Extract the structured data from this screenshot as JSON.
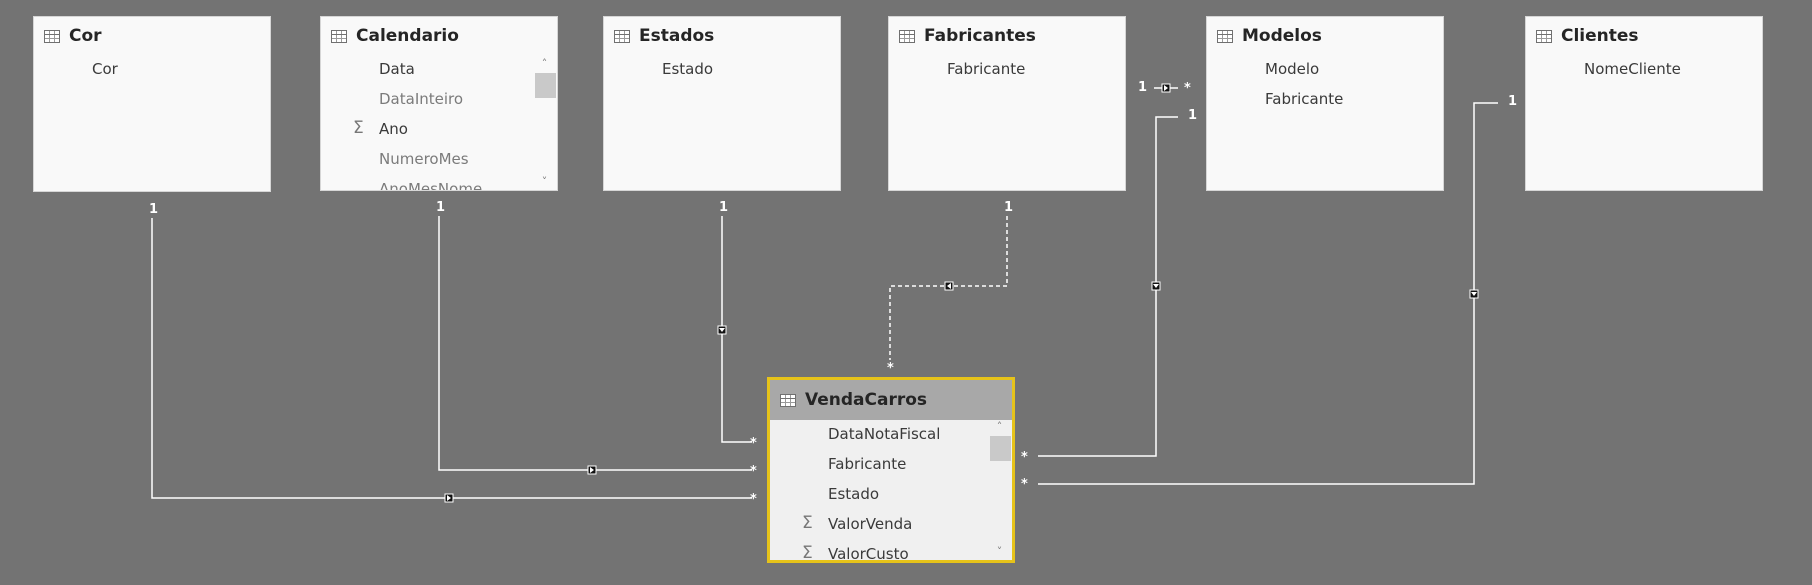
{
  "tables": [
    {
      "key": "cor",
      "title": "Cor",
      "fields": [
        {
          "label": "Cor"
        }
      ]
    },
    {
      "key": "calendario",
      "title": "Calendario",
      "fields": [
        {
          "label": "Data"
        },
        {
          "label": "DataInteiro",
          "dim": true
        },
        {
          "label": "Ano",
          "sigma": true
        },
        {
          "label": "NumeroMes",
          "dim": true
        },
        {
          "label": "AnoMesNome",
          "dim": true
        }
      ],
      "scrollbar": true
    },
    {
      "key": "estados",
      "title": "Estados",
      "fields": [
        {
          "label": "Estado"
        }
      ]
    },
    {
      "key": "fabricantes",
      "title": "Fabricantes",
      "fields": [
        {
          "label": "Fabricante"
        }
      ]
    },
    {
      "key": "modelos",
      "title": "Modelos",
      "fields": [
        {
          "label": "Modelo"
        },
        {
          "label": "Fabricante"
        }
      ]
    },
    {
      "key": "clientes",
      "title": "Clientes",
      "fields": [
        {
          "label": "NomeCliente"
        }
      ]
    },
    {
      "key": "vendacarros",
      "title": "VendaCarros",
      "selected": true,
      "fields": [
        {
          "label": "DataNotaFiscal"
        },
        {
          "label": "Fabricante"
        },
        {
          "label": "Estado"
        },
        {
          "label": "ValorVenda",
          "sigma": true
        },
        {
          "label": "ValorCusto",
          "sigma": true
        }
      ],
      "scrollbar": true
    }
  ],
  "cardinality": {
    "one": "1",
    "many": "*"
  },
  "icons": {
    "table": "table-icon",
    "sum": "sigma-icon",
    "scroll_up": "chevron-up-icon",
    "scroll_down": "chevron-down-icon"
  },
  "colors": {
    "canvas": "#737373",
    "card": "#f9f9f9",
    "selected_border": "#e6c31a",
    "line": "#ffffff"
  }
}
